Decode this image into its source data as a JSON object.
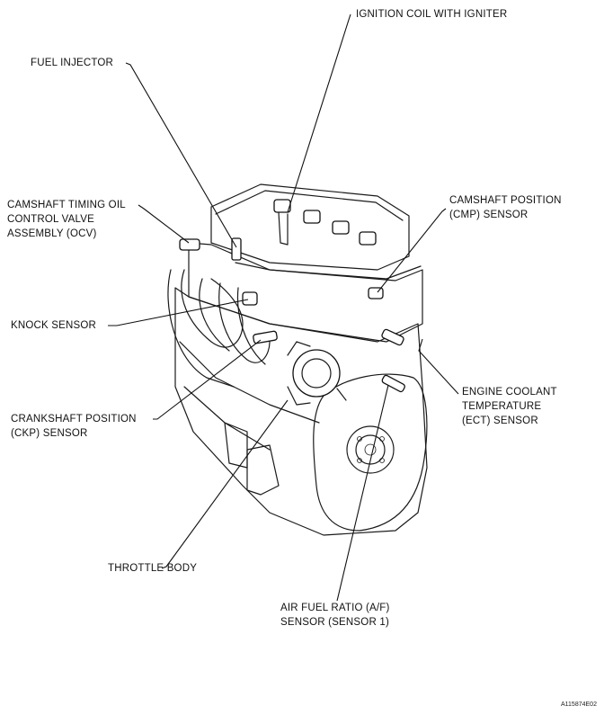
{
  "figure_id": "A115874E02",
  "labels": {
    "ignition_coil": "IGNITION COIL WITH IGNITER",
    "fuel_injector": "FUEL INJECTOR",
    "ocv": [
      "CAMSHAFT TIMING OIL",
      "CONTROL VALVE",
      "ASSEMBLY (OCV)"
    ],
    "cmp": [
      "CAMSHAFT POSITION",
      "(CMP) SENSOR"
    ],
    "knock": "KNOCK SENSOR",
    "ckp": [
      "CRANKSHAFT POSITION",
      "(CKP) SENSOR"
    ],
    "ect": [
      "ENGINE COOLANT",
      "TEMPERATURE",
      "(ECT) SENSOR"
    ],
    "throttle": "THROTTLE BODY",
    "af": [
      "AIR FUEL RATIO (A/F)",
      "SENSOR (SENSOR 1)"
    ]
  }
}
